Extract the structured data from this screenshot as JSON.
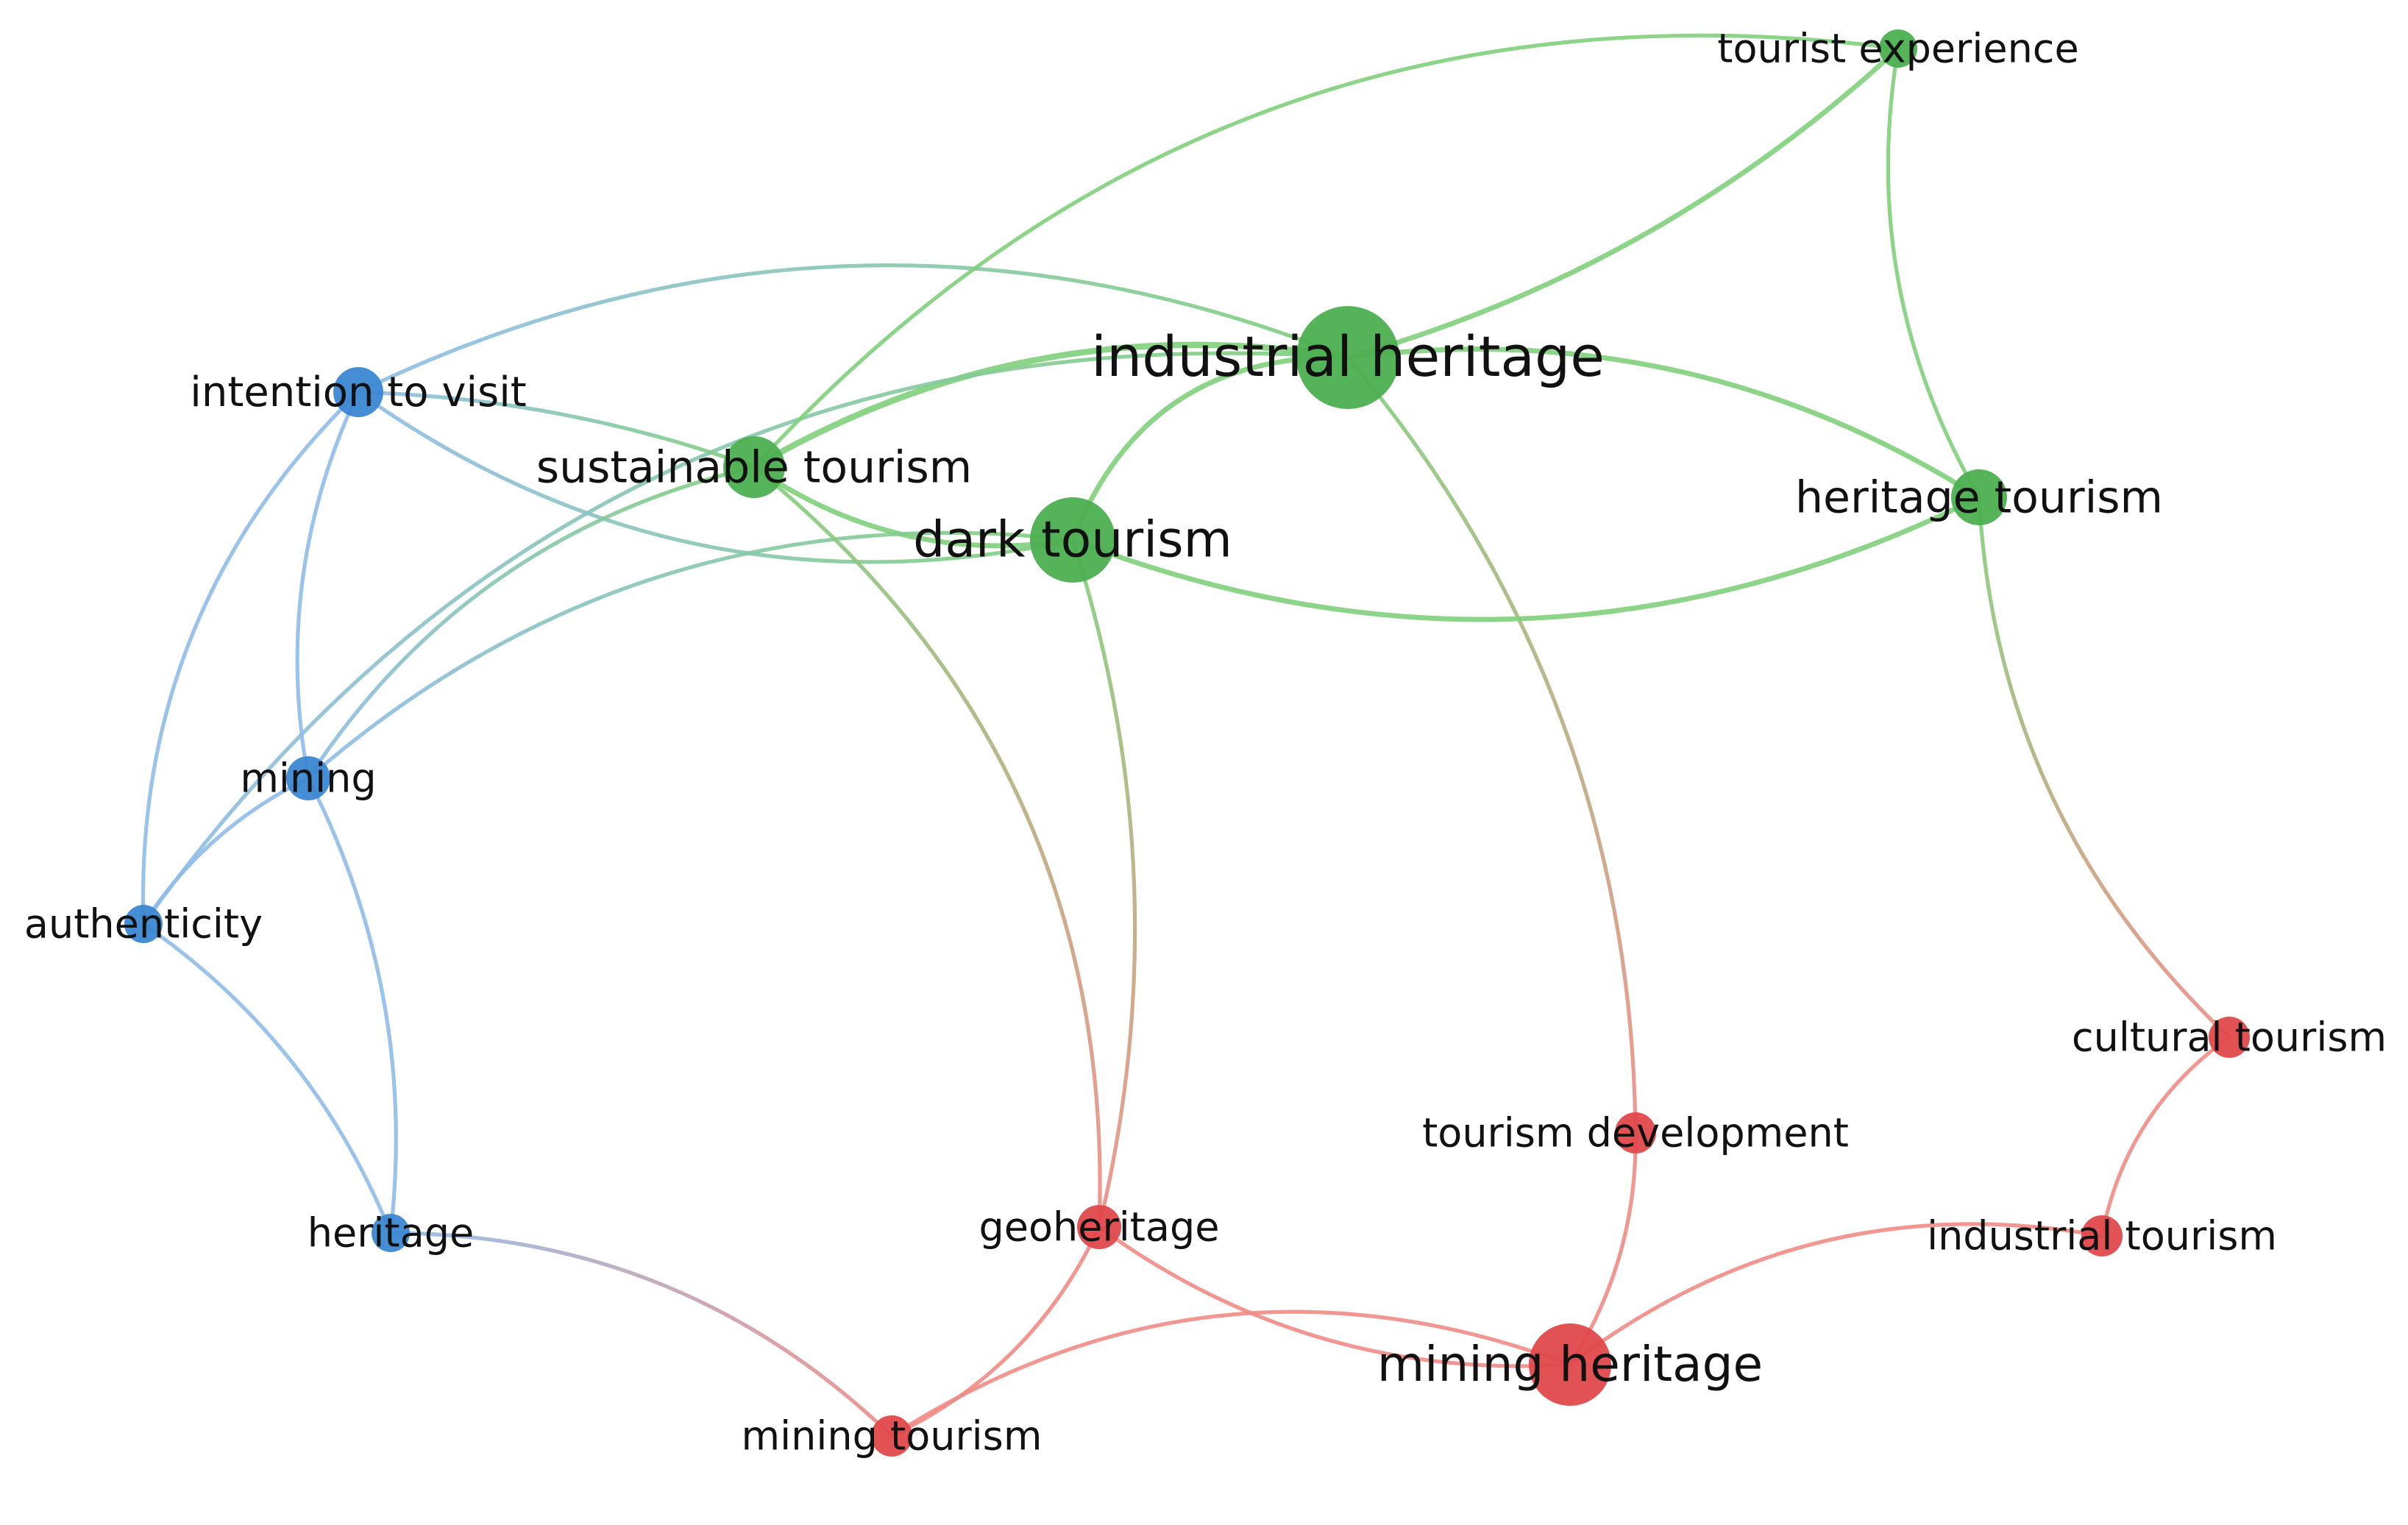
{
  "cluster_colors": {
    "green": "#4caf50",
    "blue": "#3b87d2",
    "red": "#e0484b"
  },
  "edge_colors": {
    "green": "#7fcf7a",
    "blue": "#8fbce8",
    "red": "#f08b86"
  },
  "nodes": [
    {
      "id": "industrial_heritage",
      "label": "industrial heritage",
      "cluster": "green",
      "weight": 5
    },
    {
      "id": "dark_tourism",
      "label": "dark tourism",
      "cluster": "green",
      "weight": 4
    },
    {
      "id": "sustainable_tourism",
      "label": "sustainable tourism",
      "cluster": "green",
      "weight": 3
    },
    {
      "id": "heritage_tourism",
      "label": "heritage tourism",
      "cluster": "green",
      "weight": 3
    },
    {
      "id": "tourist_experience",
      "label": "tourist experience",
      "cluster": "green",
      "weight": 1
    },
    {
      "id": "intention_to_visit",
      "label": "intention to visit",
      "cluster": "blue",
      "weight": 2
    },
    {
      "id": "mining",
      "label": "mining",
      "cluster": "blue",
      "weight": 2
    },
    {
      "id": "authenticity",
      "label": "authenticity",
      "cluster": "blue",
      "weight": 1
    },
    {
      "id": "heritage",
      "label": "heritage",
      "cluster": "blue",
      "weight": 1
    },
    {
      "id": "mining_heritage",
      "label": "mining heritage",
      "cluster": "red",
      "weight": 4
    },
    {
      "id": "geoheritage",
      "label": "geoheritage",
      "cluster": "red",
      "weight": 2
    },
    {
      "id": "mining_tourism",
      "label": "mining tourism",
      "cluster": "red",
      "weight": 2
    },
    {
      "id": "tourism_development",
      "label": "tourism development",
      "cluster": "red",
      "weight": 2
    },
    {
      "id": "cultural_tourism",
      "label": "cultural tourism",
      "cluster": "red",
      "weight": 2
    },
    {
      "id": "industrial_tourism",
      "label": "industrial tourism",
      "cluster": "red",
      "weight": 2
    }
  ],
  "edges": [
    {
      "source": "industrial_heritage",
      "target": "tourist_experience",
      "strength": 3
    },
    {
      "source": "industrial_heritage",
      "target": "heritage_tourism",
      "strength": 3
    },
    {
      "source": "industrial_heritage",
      "target": "sustainable_tourism",
      "strength": 4
    },
    {
      "source": "industrial_heritage",
      "target": "dark_tourism",
      "strength": 3
    },
    {
      "source": "industrial_heritage",
      "target": "intention_to_visit",
      "strength": 2
    },
    {
      "source": "industrial_heritage",
      "target": "authenticity",
      "strength": 2
    },
    {
      "source": "industrial_heritage",
      "target": "tourism_development",
      "strength": 2
    },
    {
      "source": "tourist_experience",
      "target": "heritage_tourism",
      "strength": 2
    },
    {
      "source": "tourist_experience",
      "target": "sustainable_tourism",
      "strength": 2
    },
    {
      "source": "dark_tourism",
      "target": "heritage_tourism",
      "strength": 3
    },
    {
      "source": "dark_tourism",
      "target": "sustainable_tourism",
      "strength": 3
    },
    {
      "source": "dark_tourism",
      "target": "mining",
      "strength": 2
    },
    {
      "source": "dark_tourism",
      "target": "geoheritage",
      "strength": 2
    },
    {
      "source": "dark_tourism",
      "target": "intention_to_visit",
      "strength": 2
    },
    {
      "source": "sustainable_tourism",
      "target": "mining",
      "strength": 2
    },
    {
      "source": "sustainable_tourism",
      "target": "geoheritage",
      "strength": 2
    },
    {
      "source": "intention_to_visit",
      "target": "sustainable_tourism",
      "strength": 2
    },
    {
      "source": "intention_to_visit",
      "target": "mining",
      "strength": 2
    },
    {
      "source": "intention_to_visit",
      "target": "authenticity",
      "strength": 2
    },
    {
      "source": "mining",
      "target": "authenticity",
      "strength": 2
    },
    {
      "source": "mining",
      "target": "heritage",
      "strength": 2
    },
    {
      "source": "authenticity",
      "target": "heritage",
      "strength": 2
    },
    {
      "source": "heritage",
      "target": "mining_tourism",
      "strength": 2
    },
    {
      "source": "geoheritage",
      "target": "mining_tourism",
      "strength": 2
    },
    {
      "source": "geoheritage",
      "target": "mining_heritage",
      "strength": 2
    },
    {
      "source": "mining_tourism",
      "target": "mining_heritage",
      "strength": 2
    },
    {
      "source": "tourism_development",
      "target": "mining_heritage",
      "strength": 2
    },
    {
      "source": "mining_heritage",
      "target": "industrial_tourism",
      "strength": 2
    },
    {
      "source": "industrial_tourism",
      "target": "cultural_tourism",
      "strength": 2
    },
    {
      "source": "cultural_tourism",
      "target": "heritage_tourism",
      "strength": 2
    }
  ]
}
